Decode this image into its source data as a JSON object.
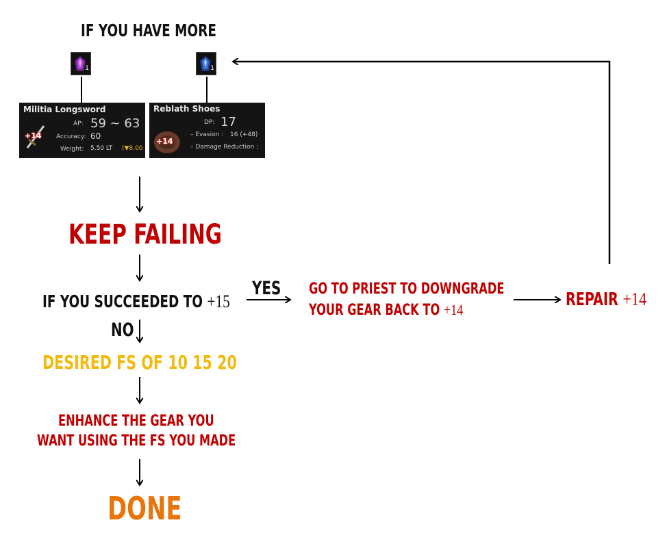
{
  "colors": {
    "red": "#c00000",
    "yellow": "#f2b90f",
    "orange": "#e8740a",
    "black": "#111111"
  },
  "header": {
    "title": "IF YOU HAVE MORE"
  },
  "items": [
    {
      "name": "Militia Longsword",
      "icon": "purple-crystal-icon",
      "count": "1",
      "badge": "+14",
      "ap_label": "AP:",
      "ap_value": "59 ~ 63",
      "accuracy_label": "Accuracy:",
      "accuracy_value": "60",
      "weight_label": "Weight:",
      "weight_value": "5.50 LT",
      "weight_delta": "(▼8.00"
    },
    {
      "name": "Reblath Shoes",
      "icon": "blue-crystal-icon",
      "count": "1",
      "badge": "+14",
      "dp_label": "DP:",
      "dp_value": "17",
      "evasion_label": "– Evasion :",
      "evasion_value": "16 (+48)",
      "damage_reduction_label": "– Damage Reduction :"
    }
  ],
  "flow": {
    "keep_failing": "KEEP FAILING",
    "succeeded_prefix": "IF YOU SUCCEEDED TO",
    "succeeded_value": "+15",
    "yes_label": "YES",
    "no_label": "NO",
    "priest_line1": "GO TO PRIEST TO DOWNGRADE",
    "priest_line2_prefix": "YOUR GEAR BACK TO",
    "priest_line2_value": "+14",
    "repair_label": "REPAIR",
    "repair_value": "+14",
    "desired_fs": "DESIRED FS OF 10 15 20",
    "enhance_line1": "ENHANCE THE GEAR YOU",
    "enhance_line2": "WANT USING THE FS YOU MADE",
    "done": "DONE"
  }
}
